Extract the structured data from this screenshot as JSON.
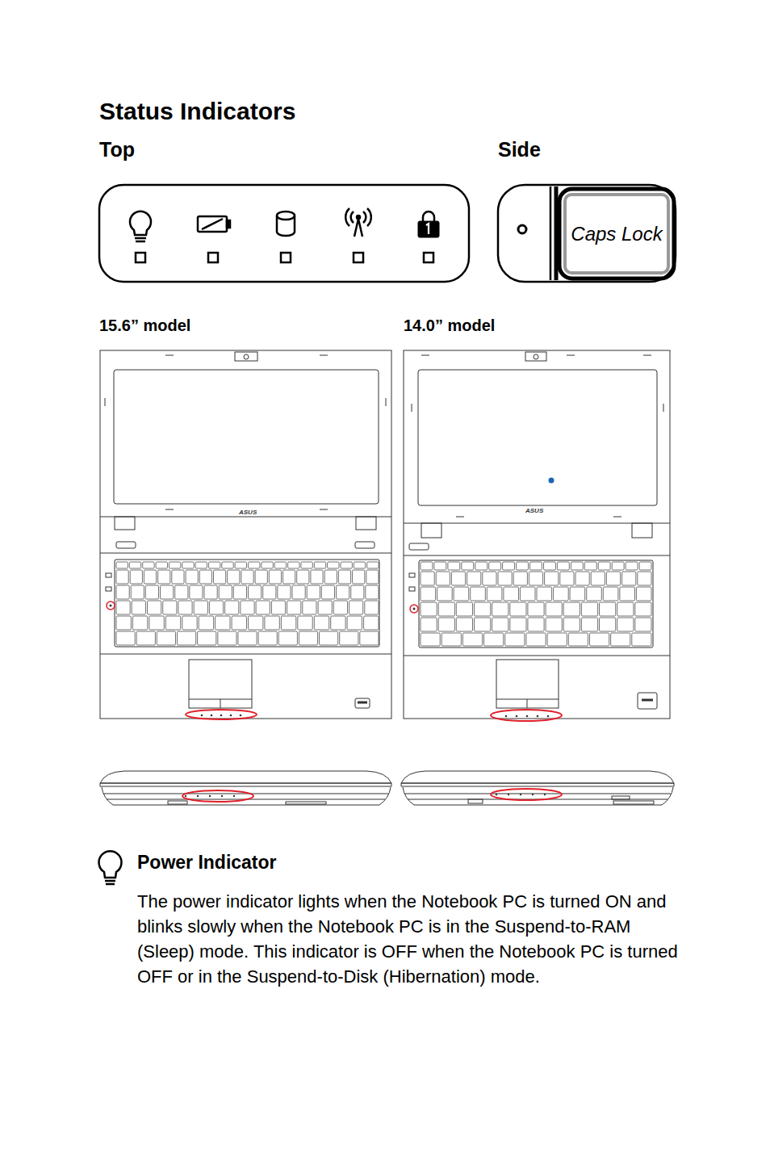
{
  "diagram": {
    "title": "Status Indicators",
    "nodes": [
      {
        "text": [
          "Caps Lock"
        ]
      }
    ],
    "labels": [
      "Top",
      "Side",
      "15.6” model",
      "14.0” model",
      "ASUS",
      "ASUS",
      "Power Indicator",
      "The power indicator lights when the Notebook PC is turned ON and blinks slowly when the Notebook PC is in the Suspend-to-RAM (Sleep) mode. This indicator is OFF when the Notebook PC is turned OFF or in the Suspend-to-Disk (Hibernation) mode."
    ]
  }
}
